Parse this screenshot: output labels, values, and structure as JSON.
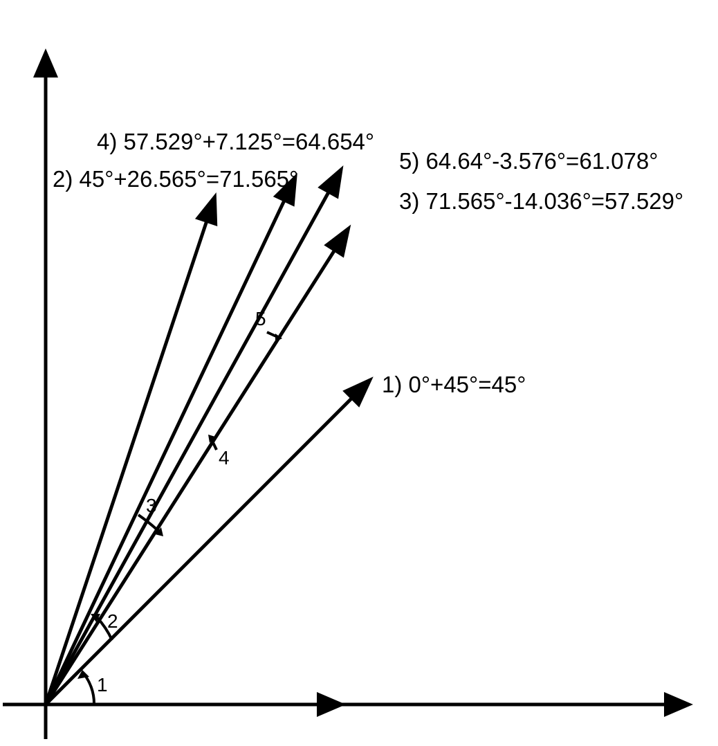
{
  "diagram": {
    "line_color": "#000000",
    "background_color": "#ffffff",
    "vectors": [
      {
        "step": "1",
        "label": "1) 0°+45°=45°",
        "angle_deg": 45
      },
      {
        "step": "2",
        "label": "2) 45°+26.565°=71.565°",
        "angle_deg": 71.565
      },
      {
        "step": "3",
        "label": "3) 71.565°-14.036°=57.529°",
        "angle_deg": 57.529
      },
      {
        "step": "4",
        "label": "4) 57.529°+7.125°=64.654°",
        "angle_deg": 64.654
      },
      {
        "step": "5",
        "label": "5) 64.64°-3.576°=61.078°",
        "angle_deg": 61.078
      }
    ],
    "angle_markers": [
      "1",
      "2",
      "3",
      "4",
      "5"
    ]
  }
}
